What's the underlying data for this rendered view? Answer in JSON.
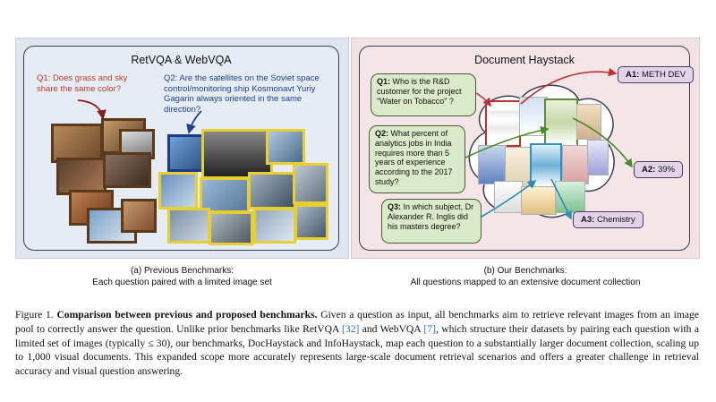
{
  "panel_a": {
    "title": "RetVQA & WebVQA",
    "q1": "Q1: Does grass and sky share the same color?",
    "q2": "Q2: Are the satellites on the Soviet space control/monitoring ship Kosmonavt Yuriy Gagarin always oriented in the same direction?",
    "caption_line1": "(a) Previous Benchmarks:",
    "caption_line2": "Each question paired with a limited image set"
  },
  "panel_b": {
    "title": "Document Haystack",
    "questions": [
      {
        "label": "Q1:",
        "text": "Who is the R&D customer for the project \"Water on Tobacco\" ?"
      },
      {
        "label": "Q2:",
        "text": "What percent of analytics jobs in India requires more than 5 years of experience according to the 2017 study?"
      },
      {
        "label": "Q3:",
        "text": "In which subject, Dr Alexander R. Inglis did his masters degree?"
      }
    ],
    "answers": [
      {
        "label": "A1:",
        "text": "METH DEV"
      },
      {
        "label": "A2:",
        "text": "39%"
      },
      {
        "label": "A3:",
        "text": "Chemistry"
      }
    ],
    "caption_line1": "(b) Our Benchmarks:",
    "caption_line2": "All questions mapped to an extensive document collection"
  },
  "figure_caption": {
    "label": "Figure 1.",
    "bold": "Comparison between previous and proposed benchmarks.",
    "text1": " Given a question as input, all benchmarks aim to retrieve relevant images from an image pool to correctly answer the question. Unlike prior benchmarks like RetVQA ",
    "ref1": "[32]",
    "text2": " and WebVQA ",
    "ref2": "[7]",
    "text3": ", which structure their datasets by pairing each question with a limited set of images (typically ≤ 30), our benchmarks, DocHaystack and InfoHaystack, map each question to a substantially larger document collection, scaling up to 1,000 visual documents. This expanded scope more accurately represents large-scale document retrieval scenarios and offers a greater challenge in retrieval accuracy and visual question answering."
  },
  "colors": {
    "panel_a_bg": "#dfe6ef",
    "panel_b_bg": "#f1e2e4",
    "q1_color": "#c0392b",
    "q2_color": "#1f3f96",
    "question_box": "#d9e9c9",
    "answer_box": "#e3d3ea",
    "link": "#2e6fb5"
  }
}
